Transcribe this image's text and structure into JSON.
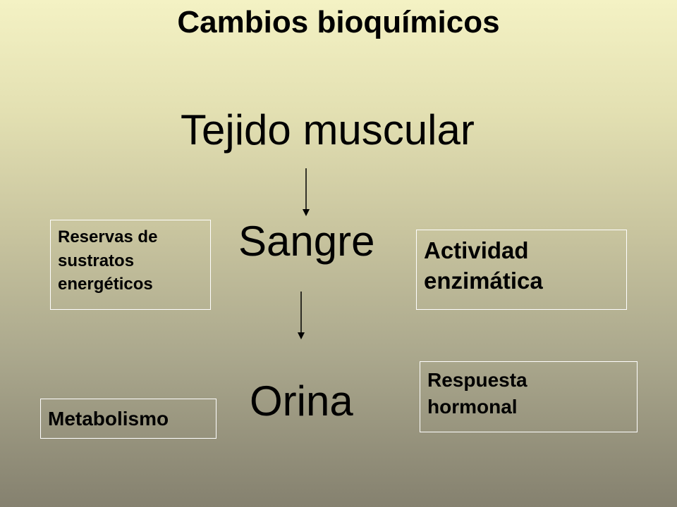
{
  "title": "Cambios bioquímicos",
  "nodes": {
    "tejido": "Tejido muscular",
    "sangre": "Sangre",
    "orina": "Orina"
  },
  "boxes": {
    "reservas": [
      "Reservas de",
      "sustratos",
      "energéticos"
    ],
    "actividad": [
      "Actividad",
      "enzimática"
    ],
    "metabolismo": [
      "Metabolismo"
    ],
    "respuesta": [
      "Respuesta",
      "hormonal"
    ]
  },
  "colors": {
    "background_top": "#f4f2c4",
    "background_bottom": "#85816f",
    "box_border": "#ffffff",
    "text": "#000000"
  }
}
